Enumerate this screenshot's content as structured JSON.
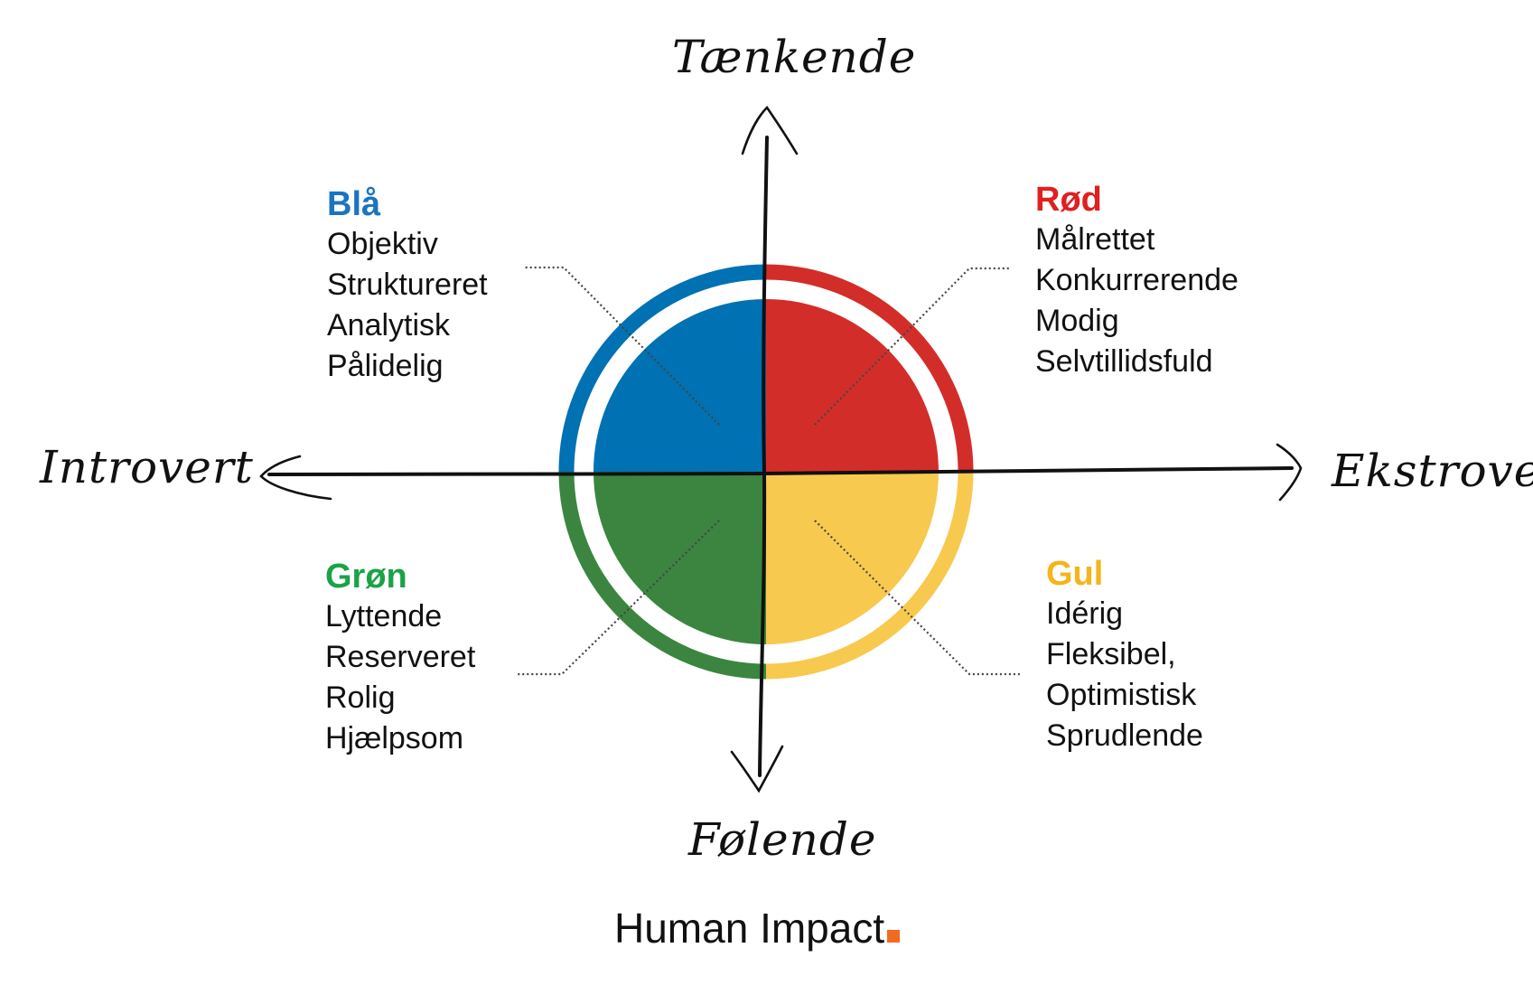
{
  "axes": {
    "top": "Tænkende",
    "bottom": "Følende",
    "left": "Introvert",
    "right": "Ekstrovert"
  },
  "quadrants": {
    "blue": {
      "title": "Blå",
      "color": "#0071b2",
      "traits": [
        "Objektiv",
        "Struktureret",
        "Analytisk",
        "Pålidelig"
      ]
    },
    "red": {
      "title": "Rød",
      "color": "#d32d2a",
      "traits": [
        "Målrettet",
        "Konkurrerende",
        "Modig",
        "Selvtillidsfuld"
      ]
    },
    "green": {
      "title": "Grøn",
      "color": "#3b8540",
      "traits": [
        "Lyttende",
        "Reserveret",
        "Rolig",
        "Hjælpsom"
      ]
    },
    "yellow": {
      "title": "Gul",
      "color": "#f8c94f",
      "traits": [
        "Idérig",
        "Fleksibel,",
        "Optimistisk",
        "Sprudlende"
      ]
    }
  },
  "title_colors": {
    "blue": "#1a75c1",
    "red": "#e02020",
    "green": "#1aa346",
    "yellow": "#f4b51b"
  },
  "brand": {
    "name": "Human Impact",
    "accent": "#f26a21"
  }
}
